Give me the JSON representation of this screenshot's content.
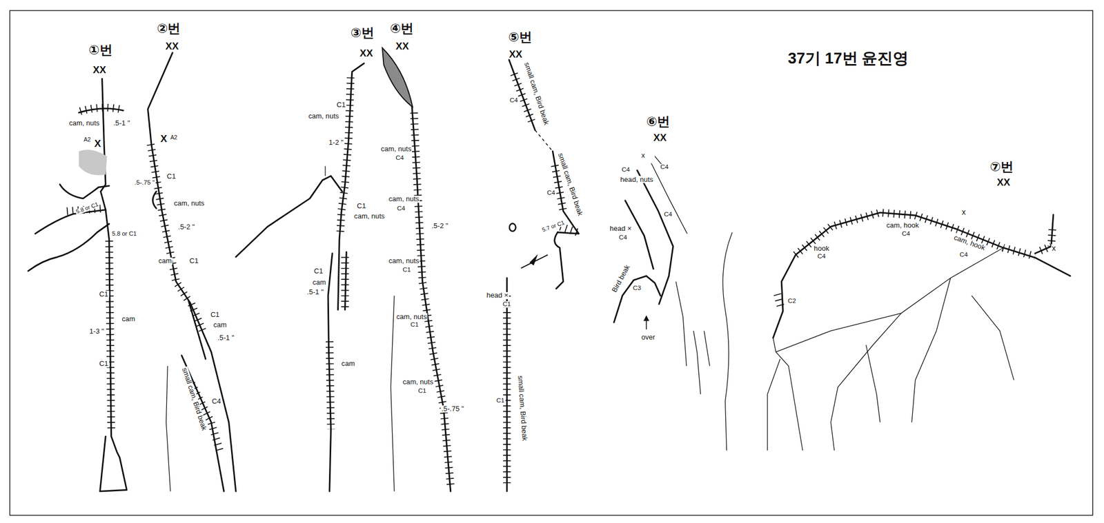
{
  "diagram": {
    "title": "37기 17번 윤진영",
    "labels": [
      "①번",
      "XX",
      "cam, nuts",
      ".5-1 \"",
      "A2",
      "X",
      "5.8 or C1",
      "5.8 or C1",
      "C1",
      "cam",
      "1-3 \"",
      "C1",
      "②번",
      "XX",
      "X",
      "A2",
      ".5-.75 \"",
      "C1",
      "cam, nuts",
      ".5-2 \"",
      "cam",
      "C1",
      "C1",
      "cam",
      ".5-1 \"",
      "small cam, Bird beak",
      "C4",
      "③번",
      "XX",
      "C1",
      "cam, nuts",
      "1-2 \"",
      "C1",
      "cam, nuts",
      "C1",
      "cam",
      ".5-1 \"",
      "cam",
      "④번",
      "XX",
      "cam, nuts",
      "C4",
      "cam, nuts",
      "C4",
      ".5-2 \"",
      "cam, nuts",
      "C1",
      "cam, nuts",
      "C1",
      "cam, nuts",
      "C1",
      ".5-.75 \"",
      "⑤번",
      "XX",
      "small cam, Bird beak",
      "C4",
      "small cam, Bird beak",
      "C4",
      "5.7 or C1",
      "head ×",
      "C1",
      "C1",
      "small cam, Bird beak",
      "⑥번",
      "XX",
      "x",
      "C4",
      "C4",
      "head, nuts",
      "C4",
      "head ×",
      "C4",
      "Bird beak",
      "C3",
      "over",
      "⑦번",
      "XX",
      "x",
      "cam, hook",
      "C4",
      "hook",
      "C4",
      "cam, hook",
      "C4",
      "x",
      "C2"
    ]
  }
}
